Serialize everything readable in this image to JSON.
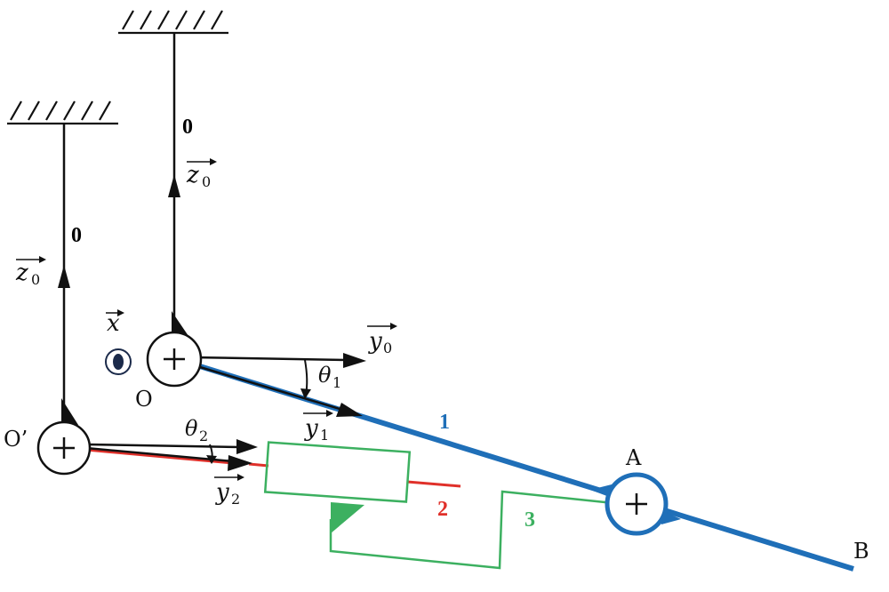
{
  "labels": {
    "frame_number_right": "0",
    "frame_number_left": "0",
    "z0_right": "z",
    "z0_right_sub": "0",
    "z0_left": "z",
    "z0_left_sub": "0",
    "x_axis": "x",
    "y0": "y",
    "y0_sub": "0",
    "y1": "y",
    "y1_sub": "1",
    "y2": "y",
    "y2_sub": "2",
    "theta1": "θ",
    "theta1_sub": "1",
    "theta2": "θ",
    "theta2_sub": "2",
    "point_O": "O",
    "point_Oprime": "O’",
    "point_A": "A",
    "point_B": "B",
    "body_1": "1",
    "body_2": "2",
    "body_3": "3"
  },
  "colors": {
    "frame": "#111111",
    "body_1": "#1f6fb8",
    "body_2": "#e0302a",
    "body_3": "#3cb060",
    "joint_A": "#1f6fb8",
    "x_marker": "#1b2a4a"
  }
}
